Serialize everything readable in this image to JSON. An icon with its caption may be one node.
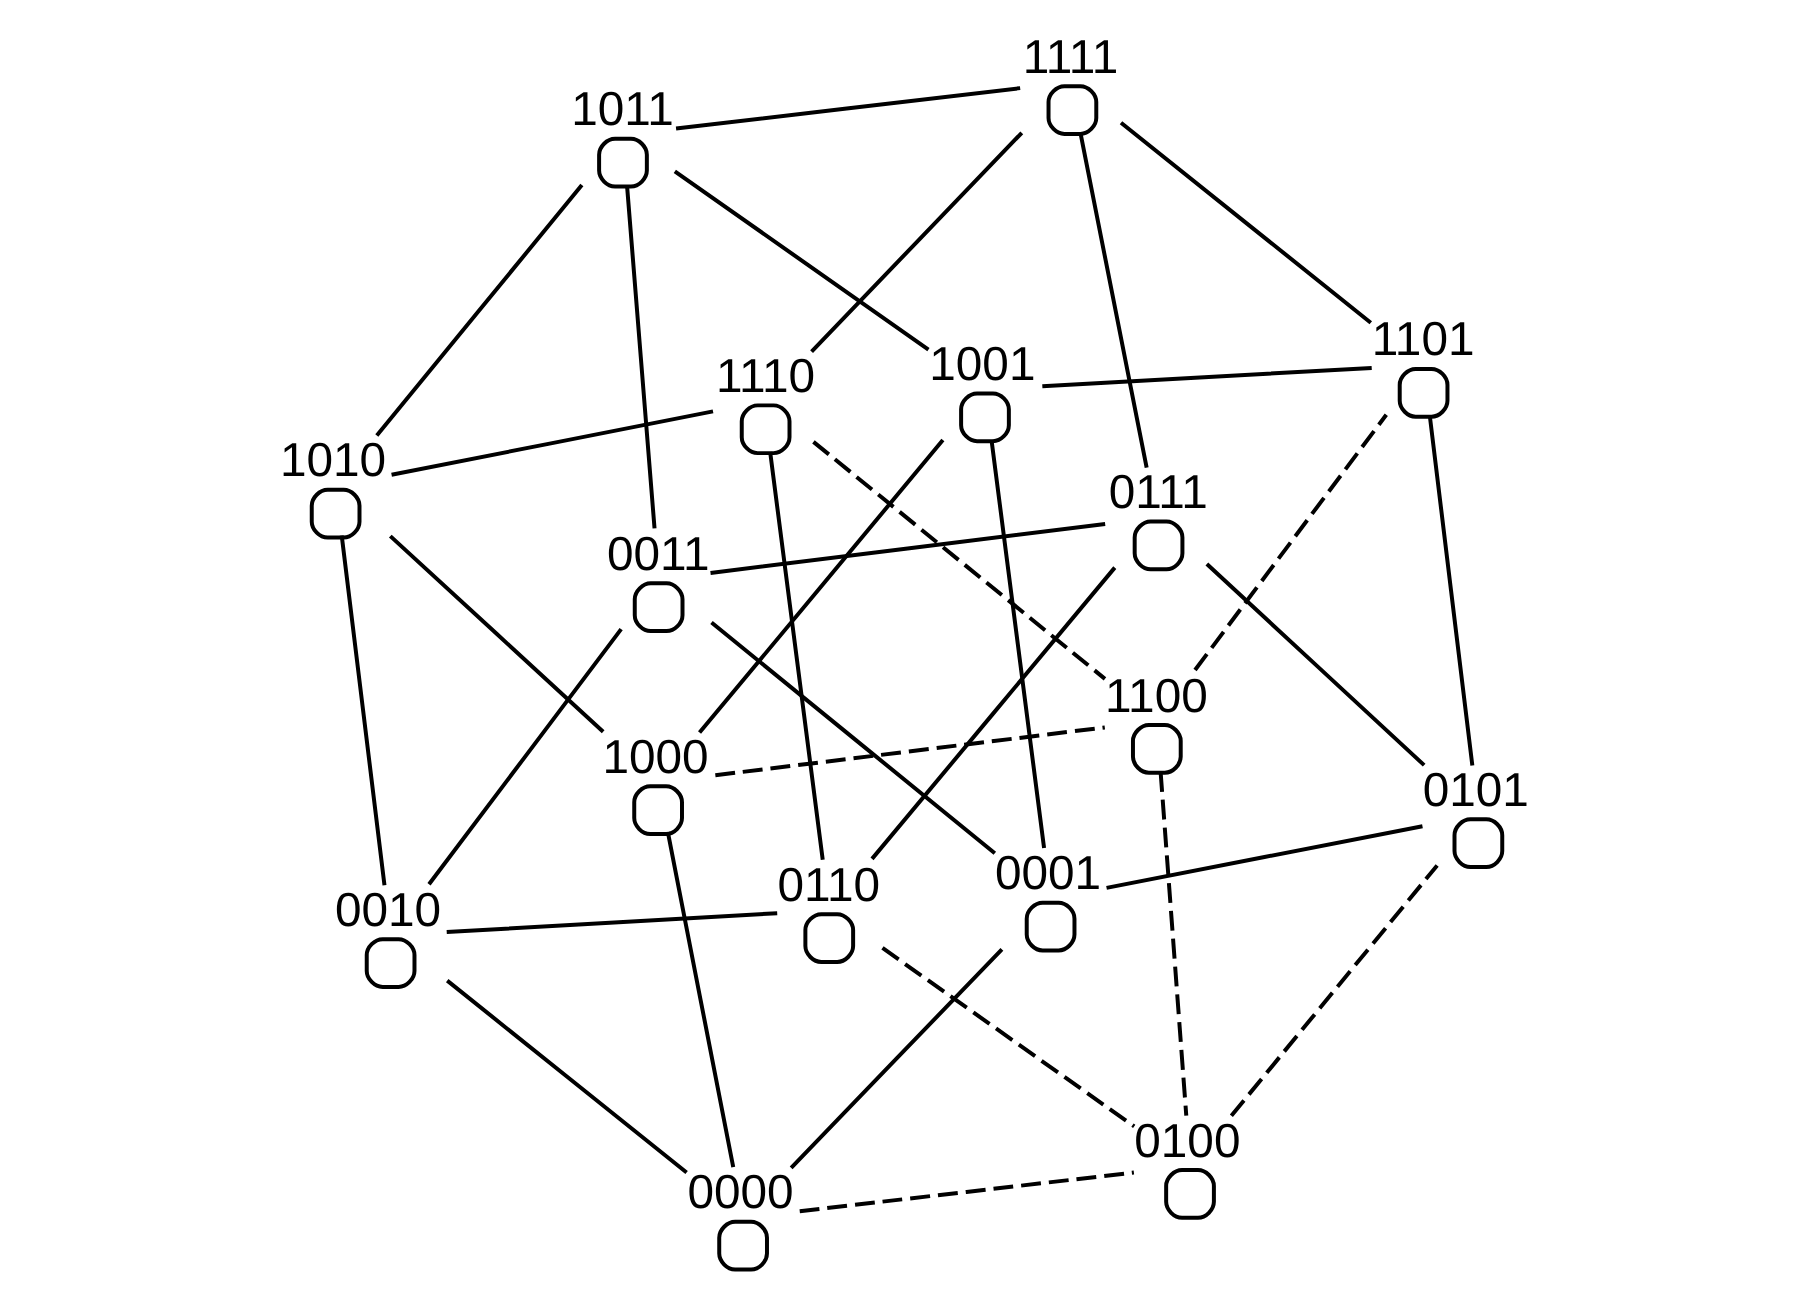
{
  "diagram": {
    "nodes": [
      {
        "text": [],
        "shape": "circle",
        "beside": [
          "1110"
        ]
      },
      {
        "text": [],
        "shape": "circle",
        "beside": [
          "1111"
        ]
      },
      {
        "text": [],
        "shape": "circle",
        "beside": [
          "1010"
        ]
      },
      {
        "text": [],
        "shape": "circle",
        "beside": [
          "1011"
        ]
      },
      {
        "text": [],
        "shape": "circle",
        "beside": [
          "0110"
        ]
      },
      {
        "text": [],
        "shape": "circle",
        "beside": [
          "0111"
        ]
      },
      {
        "text": [],
        "shape": "circle",
        "beside": [
          "0010"
        ]
      },
      {
        "text": [],
        "shape": "circle",
        "beside": [
          "0011"
        ]
      },
      {
        "text": [],
        "shape": "circle",
        "beside": [
          "0100"
        ]
      },
      {
        "text": [],
        "shape": "circle",
        "beside": [
          "0101"
        ]
      },
      {
        "text": [],
        "shape": "circle",
        "beside": [
          "0000"
        ]
      },
      {
        "text": [],
        "shape": "circle",
        "beside": [
          "0001"
        ]
      },
      {
        "text": [],
        "shape": "circle",
        "beside": [
          "1100"
        ]
      },
      {
        "text": [],
        "shape": "circle",
        "beside": [
          "1101"
        ]
      },
      {
        "text": [],
        "shape": "circle",
        "beside": [
          "1000"
        ]
      },
      {
        "text": [],
        "shape": "circle",
        "beside": [
          "1001"
        ]
      }
    ],
    "edges": [
      {
        "from": 0,
        "to": 1,
        "arrow": "none"
      },
      {
        "from": 2,
        "to": 0,
        "arrow": "none"
      },
      {
        "from": 2,
        "to": 3,
        "arrow": "none"
      },
      {
        "from": 3,
        "to": 1,
        "arrow": "none"
      },
      {
        "from": 5,
        "to": 1,
        "arrow": "none"
      },
      {
        "from": 1,
        "to": 13,
        "arrow": "none"
      },
      {
        "from": 0,
        "to": 4,
        "arrow": "none"
      },
      {
        "from": 0,
        "to": 12,
        "arrow": "none",
        "style": "dashed"
      },
      {
        "from": 2,
        "to": 6,
        "arrow": "none"
      },
      {
        "from": 2,
        "to": 14,
        "arrow": "none"
      },
      {
        "from": 3,
        "to": 15,
        "arrow": "none"
      },
      {
        "from": 7,
        "to": 3,
        "arrow": "none"
      },
      {
        "from": 4,
        "to": 5,
        "arrow": "none"
      },
      {
        "from": 4,
        "to": 6,
        "arrow": "none"
      },
      {
        "from": 4,
        "to": 8,
        "arrow": "none",
        "style": "dashed"
      },
      {
        "from": 5,
        "to": 7,
        "arrow": "none"
      },
      {
        "from": 5,
        "to": 9,
        "arrow": "none"
      },
      {
        "from": 6,
        "to": 7,
        "arrow": "none"
      },
      {
        "from": 6,
        "to": 10,
        "arrow": "none"
      },
      {
        "from": 7,
        "to": 11,
        "arrow": "none"
      },
      {
        "from": 8,
        "to": 9,
        "arrow": "none",
        "style": "dashed"
      },
      {
        "from": 10,
        "to": 8,
        "arrow": "none",
        "style": "dashed"
      },
      {
        "from": 12,
        "to": 8,
        "arrow": "none",
        "style": "dashed"
      },
      {
        "from": 9,
        "to": 11,
        "arrow": "none"
      },
      {
        "from": 9,
        "to": 13,
        "arrow": "none"
      },
      {
        "from": 10,
        "to": 11,
        "arrow": "none"
      },
      {
        "from": 14,
        "to": 10,
        "arrow": "none"
      },
      {
        "from": 11,
        "to": 15,
        "arrow": "none"
      },
      {
        "from": 12,
        "to": 13,
        "arrow": "none",
        "style": "dashed"
      },
      {
        "from": 14,
        "to": 12,
        "arrow": "none",
        "style": "dashed"
      },
      {
        "from": 15,
        "to": 13,
        "arrow": "none"
      },
      {
        "from": 14,
        "to": 15,
        "arrow": "none"
      }
    ]
  }
}
